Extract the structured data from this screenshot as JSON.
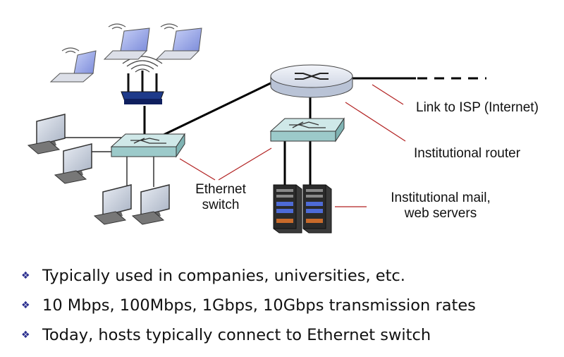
{
  "labels": {
    "isp_link": "Link to ISP (Internet)",
    "router": "Institutional router",
    "servers_line1": "Institutional mail,",
    "servers_line2": "web servers",
    "switch_line1": "Ethernet",
    "switch_line2": "switch"
  },
  "bullets": [
    "Typically used in companies, universities, etc.",
    "10 Mbps, 100Mbps, 1Gbps, 10Gbps transmission rates",
    "Today, hosts typically connect to Ethernet switch"
  ],
  "bullet_marker": "❖",
  "colors": {
    "callout": "#b22222",
    "switch_fill": "#b9dcdc",
    "router_fill": "#dfe4ee",
    "laptop_screen": "#9aa8e8",
    "server_body": "#2a2a2a",
    "bullet_marker": "#2b2f8f"
  }
}
